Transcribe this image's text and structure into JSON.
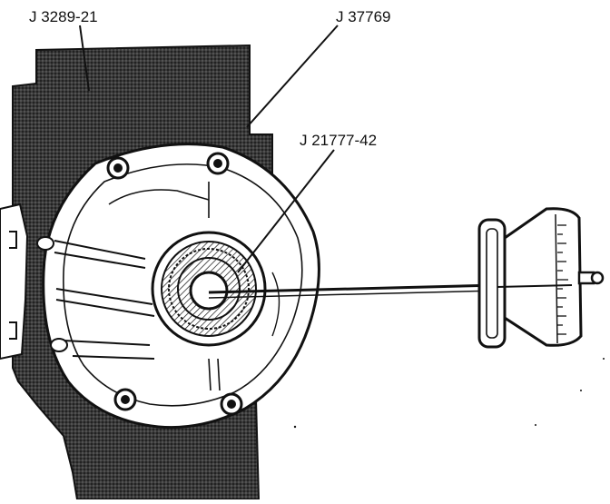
{
  "callouts": {
    "holding_fixture": "J 3289-21",
    "adapter_tool": "J 37769",
    "torque_socket": "J 21777-42"
  },
  "colors": {
    "ink": "#111111",
    "hatch_fill": "#222222",
    "paper": "#ffffff"
  }
}
